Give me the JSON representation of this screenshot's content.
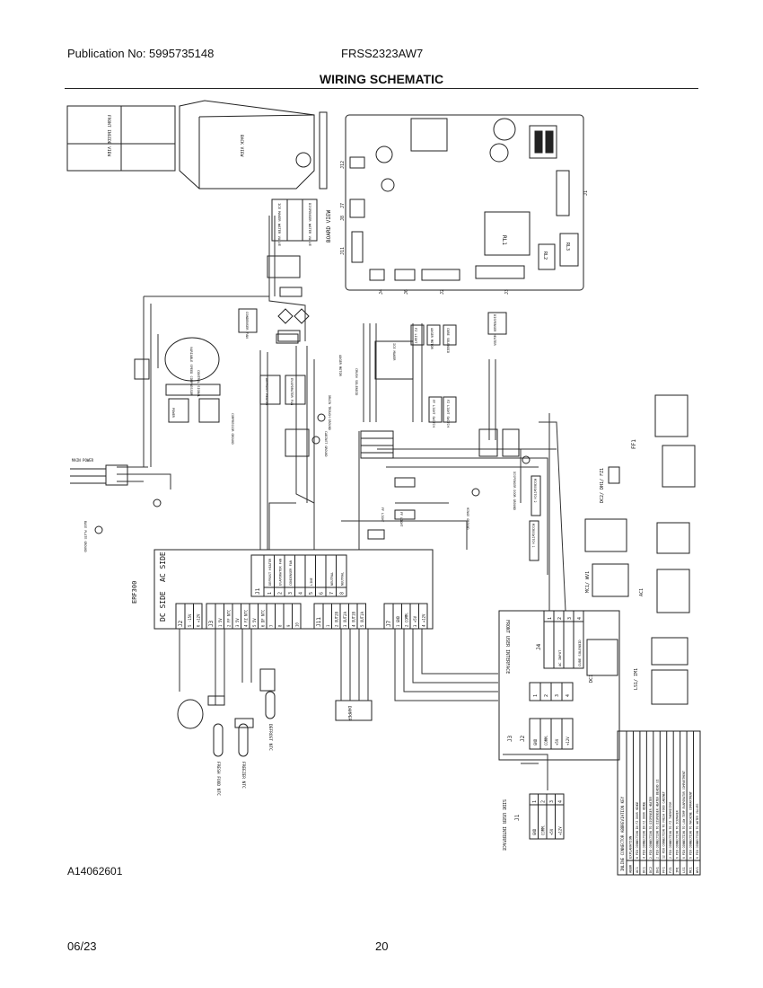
{
  "header": {
    "publication": "Publication No: 5995735148",
    "model": "FRSS2323AW7",
    "title": "WIRING SCHEMATIC"
  },
  "footer": {
    "drawing_id": "A14062601",
    "date": "06/23",
    "page": "20"
  },
  "diagram": {
    "views": [
      "FRONT INSIDE VIEW",
      "BACK VIEW",
      "BOARD VIEW"
    ],
    "board_connectors": [
      "J12",
      "J8",
      "J7",
      "J11",
      "J4",
      "J6",
      "J2",
      "J3",
      "J1",
      "RL1",
      "RL2",
      "RL3"
    ],
    "control_board": "ERF300",
    "board_sides": [
      "DC SIDE",
      "AC SIDE"
    ],
    "j1_ac": {
      "name": "J1",
      "rows": [
        {
          "pin": "1",
          "label": "DEFROST HEATER"
        },
        {
          "pin": "2",
          "label": "EVAPORATOR FAN"
        },
        {
          "pin": "3",
          "label": "CONDENSER FAN"
        },
        {
          "pin": "4",
          "label": ""
        },
        {
          "pin": "5",
          "label": "LINE"
        },
        {
          "pin": "6",
          "label": ""
        },
        {
          "pin": "7",
          "label": "NEUTRAL"
        },
        {
          "pin": "8",
          "label": "NEUTRAL"
        }
      ]
    },
    "dc_headers": [
      {
        "name": "J2",
        "pins": [
          "5 -15V",
          "6 +12V"
        ]
      },
      {
        "name": "J3",
        "pins": [
          "1 5V",
          "2 FF NTC",
          "3 5V",
          "4 FZ NTC",
          "5 5V",
          "6 DF NTC",
          "7",
          "8",
          "9",
          "10"
        ]
      },
      {
        "name": "J11",
        "pins": [
          "1",
          "2 OUT2B",
          "3 OUT2A",
          "4 OUT1B",
          "5 OUT1A"
        ]
      },
      {
        "name": "J7",
        "pins": [
          "1 GND",
          "2 COMM.",
          "3 +5V",
          "4 +12V"
        ]
      }
    ],
    "front_ui": {
      "title": "FRONT USER INTERFACE",
      "j4": {
        "name": "J4",
        "rows": [
          {
            "pin": "1",
            "label": ""
          },
          {
            "pin": "2",
            "label": "AC INPUT"
          },
          {
            "pin": "3",
            "label": ""
          },
          {
            "pin": "4",
            "label": "CUBE SOLENOID"
          }
        ]
      },
      "j3": {
        "name": "J3",
        "pins": [
          "1",
          "2",
          "3",
          "4"
        ]
      },
      "j2": {
        "name": "J2",
        "pins": [
          "GND",
          "COMM.",
          "+5V",
          "+12V"
        ]
      }
    },
    "side_ui": {
      "title": "SIDE USER INTERFACE",
      "j1": {
        "name": "J1",
        "rows": [
          {
            "pin": "1",
            "label": "GND"
          },
          {
            "pin": "2",
            "label": "COMM."
          },
          {
            "pin": "3",
            "label": "+5V"
          },
          {
            "pin": "4",
            "label": "+12V"
          }
        ]
      }
    },
    "components": [
      "ICE MAKER WATER VALVE",
      "DISPENSER WATER VALVE",
      "CONDENSER FAN",
      "VARIABLE SPEED COMPRESSOR",
      "POWER",
      "CONTROL SIGNAL",
      "COMPRESSOR GROUND",
      "DEFROST HEATER",
      "EVAPORATOR FAN",
      "DRAIN TROUGH GROUND",
      "CABINET GROUND",
      "AUGER MOTOR",
      "CRUSH SOLENOID",
      "ICE MAKER",
      "FZ LIGHT",
      "AUGER MOTOR",
      "CUBE SOLENOID",
      "DISPENSER HEATER",
      "FF LIGHT SWITCH",
      "FZ LIGHT SWITCH",
      "FF LIGHT",
      "FF LIGHT",
      "DISPENSER DOOR GROUND",
      "HINGE GROUND",
      "MICROSWITCH 1",
      "MICROSWITCH 2",
      "DAMPER",
      "FRESH FOOD NTC",
      "FREEZER NTC",
      "DEFROST NTC",
      "MAIN POWER",
      "BASE PLATE GROUND"
    ],
    "connector_labels": [
      "FF1",
      "DC2/ DH1/ FZ1",
      "MC1/ WV1",
      "AC1",
      "DC1",
      "LS1/ IM1"
    ],
    "key_table": {
      "title": "INLINE CONNECTOR ABBREVIATION KEY",
      "header": [
        "ABBR",
        "EXPLANATION"
      ],
      "rows": [
        [
          "AC1",
          "8 PIN CONNECTION IN FZ DOOR HINGE"
        ],
        [
          "DC1",
          "4 PIN CONNECTION IN FZ DOOR HINGE"
        ],
        [
          "DC2",
          "2 PIN CONNECTION TO DISPENSER HEATER"
        ],
        [
          "DH1",
          "2 PIN CONNECTION TO DISPENSER HEATER BEHIND UI"
        ],
        [
          "FF1",
          "12 PIN CONNECTION TO FRESH FOOD CABINET"
        ],
        [
          "FZ1",
          "2 PIN CONNECTION TO FZ THERMISTOR"
        ],
        [
          "IM1",
          "6 PIN CONNECTION TO ICEMAKER"
        ],
        [
          "LS1",
          "6 PIN CONNECTION TO LOW TEMP EVAPORATOR COMPARTMENT"
        ],
        [
          "MC1",
          "6 PIN CONNECTION TO MACHINE COMPARTMENT"
        ],
        [
          "WV1",
          "6 PIN CONNECTION TO WATER VALVES"
        ]
      ]
    }
  }
}
